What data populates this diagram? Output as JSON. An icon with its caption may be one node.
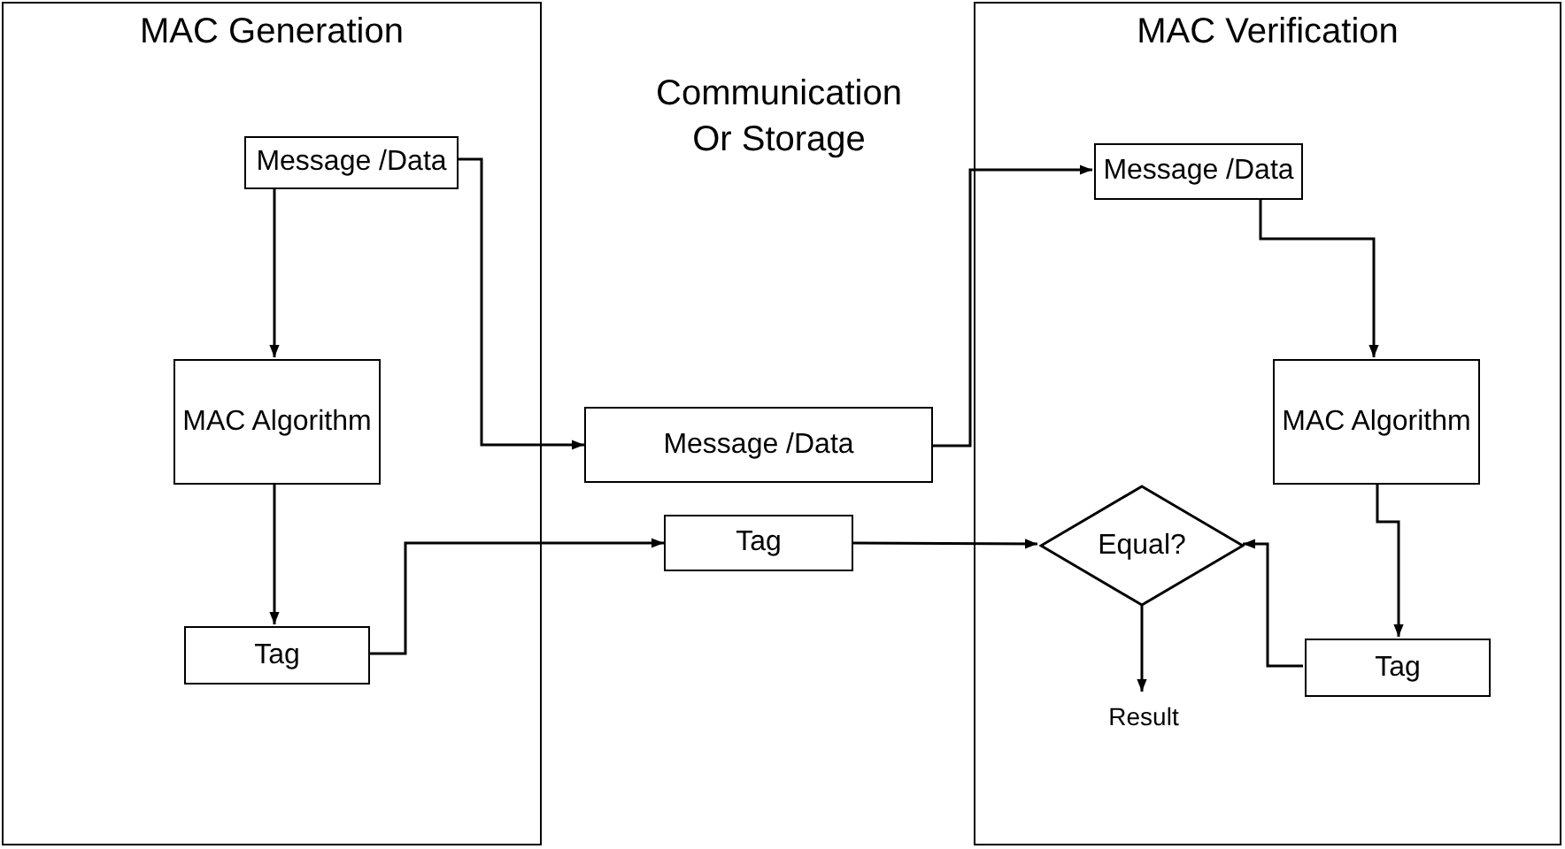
{
  "diagram": {
    "nodes": [
      {
        "text": [
          "MAC Generation"
        ]
      },
      {
        "text": [
          "Message /Data"
        ],
        "in": 0
      },
      {
        "text": [
          "MAC Algorithm"
        ],
        "in": 0
      },
      {
        "text": [
          "Tag"
        ],
        "in": 0
      },
      {
        "text": [
          "Message /Data"
        ]
      },
      {
        "text": [
          "Tag"
        ]
      },
      {
        "text": [
          "MAC Verification"
        ]
      },
      {
        "text": [
          "Message /Data"
        ],
        "in": 6
      },
      {
        "text": [
          "MAC Algorithm"
        ],
        "in": 6
      },
      {
        "text": [
          "Equal?"
        ],
        "in": 6
      },
      {
        "text": [
          "Tag"
        ],
        "in": 6
      },
      {
        "text": [
          "Result"
        ],
        "in": 6
      }
    ],
    "edges": [
      {
        "from": 1,
        "to": 2,
        "arrow": "to"
      },
      {
        "from": 2,
        "to": 3,
        "arrow": "to"
      },
      {
        "from": 1,
        "to": 4,
        "arrow": "to"
      },
      {
        "from": 3,
        "to": 5,
        "arrow": "to"
      },
      {
        "from": 4,
        "to": 7,
        "arrow": "to"
      },
      {
        "from": 7,
        "to": 8,
        "arrow": "to"
      },
      {
        "from": 8,
        "to": 10,
        "arrow": "to"
      },
      {
        "from": 5,
        "to": 9,
        "arrow": "to"
      },
      {
        "from": 10,
        "to": 9,
        "arrow": "to"
      },
      {
        "from": 9,
        "to": 11,
        "arrow": "to"
      }
    ],
    "labels": [
      "Communication Or Storage"
    ]
  }
}
